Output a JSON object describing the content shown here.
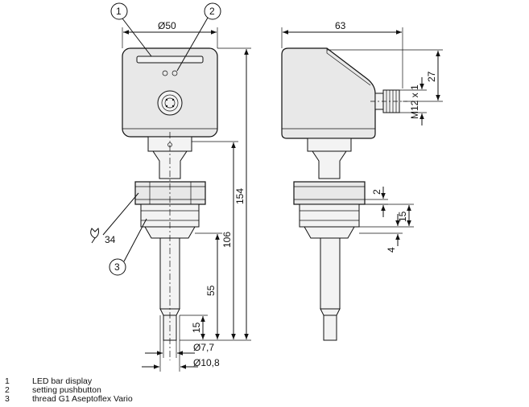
{
  "callouts": [
    "1",
    "2",
    "3"
  ],
  "dimensions": {
    "diameter_50": "Ø50",
    "width_63": "63",
    "height_154": "154",
    "height_106": "106",
    "height_55": "55",
    "height_15_tip": "15",
    "diameter_7_7": "Ø7,7",
    "diameter_10_8": "Ø10,8",
    "wrench_34": "34",
    "height_27": "27",
    "thread_m12": "M12 x 1",
    "height_2": "2",
    "height_15_side": "15",
    "height_4": "4"
  },
  "legend": [
    {
      "num": "1",
      "text": "LED bar display"
    },
    {
      "num": "2",
      "text": "setting pushbutton"
    },
    {
      "num": "3",
      "text": "thread G1 Aseptoflex Vario"
    }
  ]
}
